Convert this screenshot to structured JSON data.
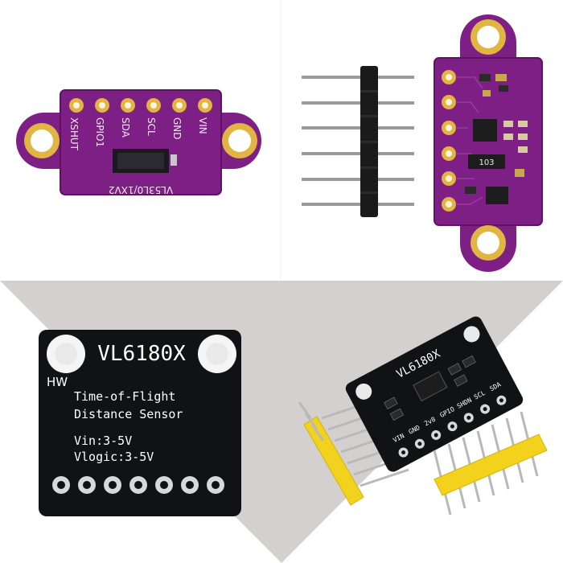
{
  "panel_top_left": {
    "pin_labels": [
      "XSHUT",
      "GPIO1",
      "SDA",
      "SCL",
      "GND",
      "VIN"
    ],
    "board_text": "VL53L0/1XV2"
  },
  "panel_top_right": {
    "resistor_code": "103"
  },
  "panel_bottom_left": {
    "title": "VL6180X",
    "brand": "HW",
    "line1": "Time-of-Flight",
    "line2": "Distance Sensor",
    "vin": "Vin:3-5V",
    "vlogic": "Vlogic:3-5V"
  },
  "panel_bottom_right": {
    "title": "VL6180X",
    "pin_labels": [
      "VIN",
      "GND",
      "2v8",
      "GPIO",
      "SHDN",
      "SCL",
      "SDA"
    ]
  },
  "colors": {
    "purple_pcb": "#7d1f84",
    "purple_dark": "#5a1462",
    "gold": "#e2b441",
    "black_pcb": "#111214",
    "yellow_header": "#f2d21c",
    "gray_triangle": "#d4d0d0"
  }
}
